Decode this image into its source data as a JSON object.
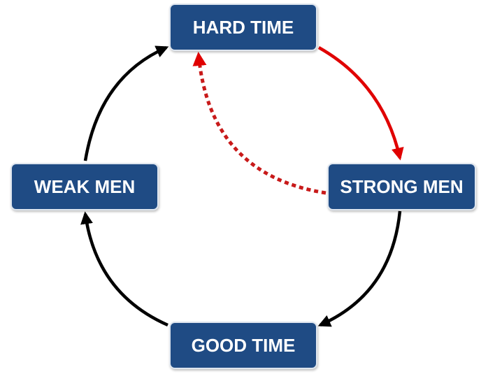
{
  "nodes": {
    "top": "HARD TIME",
    "right": "STRONG MEN",
    "bottom": "GOOD TIME",
    "left": "WEAK MEN"
  },
  "colors": {
    "node_fill": "#1f4b84",
    "node_text": "#ffffff",
    "cycle_arrow": "#000000",
    "highlight_arrow": "#e00000"
  },
  "arrows": [
    {
      "from": "HARD TIME",
      "to": "STRONG MEN",
      "style": "solid",
      "color": "#e00000"
    },
    {
      "from": "STRONG MEN",
      "to": "GOOD TIME",
      "style": "solid",
      "color": "#000000"
    },
    {
      "from": "GOOD TIME",
      "to": "WEAK MEN",
      "style": "solid",
      "color": "#000000"
    },
    {
      "from": "WEAK MEN",
      "to": "HARD TIME",
      "style": "solid",
      "color": "#000000"
    },
    {
      "from": "STRONG MEN",
      "to": "HARD TIME",
      "style": "dotted",
      "color": "#e00000"
    }
  ]
}
